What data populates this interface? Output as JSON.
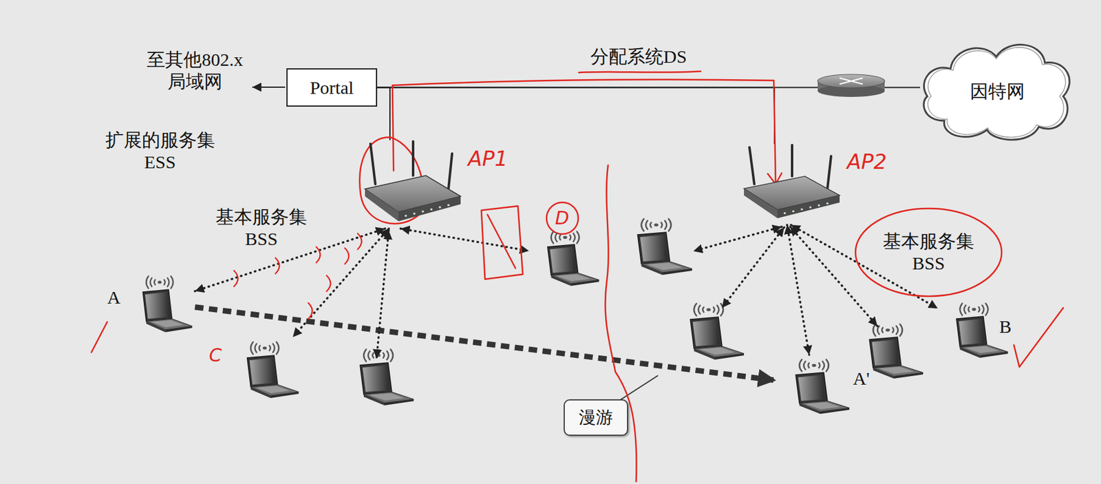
{
  "diagram": {
    "nodes": [
      {
        "text": [
          "Portal"
        ]
      },
      {
        "text": [
          "因特网"
        ]
      },
      {
        "text": [
          "扩展的服务集 ESS"
        ]
      },
      {
        "text": [
          "AP1"
        ],
        "in": 2
      },
      {
        "text": [
          "AP2"
        ],
        "in": 2
      },
      {
        "text": [
          "基本服务集 BSS"
        ],
        "in": 2
      },
      {
        "text": [
          "A"
        ],
        "in": 5
      },
      {
        "text": [
          "D"
        ],
        "in": 5
      },
      {
        "text": [
          "C"
        ],
        "in": 5
      },
      {
        "text": [
          "基本服务集 BSS"
        ],
        "in": 2
      },
      {
        "text": [
          "A'"
        ],
        "in": 9
      },
      {
        "text": [
          "B"
        ],
        "in": 9
      },
      {
        "text": [
          "漫游"
        ],
        "in": 2
      }
    ],
    "edges": [
      {
        "from": 0,
        "to": 3,
        "arrow": "none"
      },
      {
        "from": 0,
        "to": 4,
        "arrow": "none"
      },
      {
        "from": 0,
        "to": 1,
        "arrow": "none"
      },
      {
        "from": 3,
        "to": 6,
        "arrow": "both"
      },
      {
        "from": 3,
        "to": 8,
        "arrow": "both"
      },
      {
        "from": 3,
        "to": 7,
        "arrow": "both"
      },
      {
        "from": 4,
        "to": 10,
        "arrow": "both"
      },
      {
        "from": 4,
        "to": 11,
        "arrow": "both"
      },
      {
        "from": 6,
        "to": 10,
        "arrow": "to"
      }
    ],
    "labels": [
      "至其他802.x 局域网",
      "分配系统DS"
    ]
  }
}
